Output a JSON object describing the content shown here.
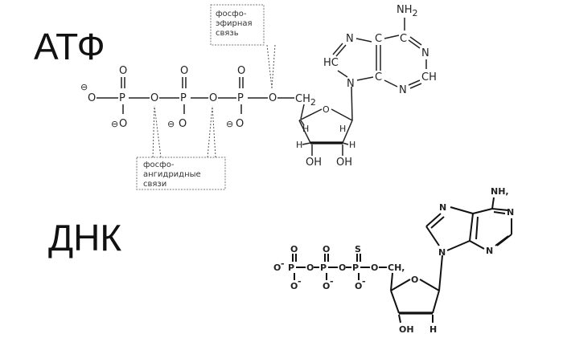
{
  "labels": {
    "atp": "АТФ",
    "dna": "ДНК"
  },
  "annotations": {
    "phosphoester": [
      "фосфо-",
      "эфирная",
      "связь"
    ],
    "anhydride": [
      "фосфо-",
      "ангидридные",
      "связи"
    ]
  },
  "atp": {
    "oxygen": "O",
    "phosphorus": "P",
    "charge": "⊖",
    "ch2": "CH",
    "ch2_sub": "2",
    "hydrogen": "H",
    "hydroxyl": "OH",
    "nitrogen": "N",
    "carbon": "C",
    "hc": "HC",
    "ch": "CH",
    "amine": "NH",
    "amine_sub": "2"
  },
  "dna": {
    "oxygen": "O",
    "phosphorus": "P",
    "sulfur": "S",
    "charged_oxygen": "O",
    "minus": "-",
    "ch2": "CH,",
    "hydrogen": "H",
    "hydroxyl": "OH",
    "nitrogen": "N",
    "amine": "NH,"
  }
}
